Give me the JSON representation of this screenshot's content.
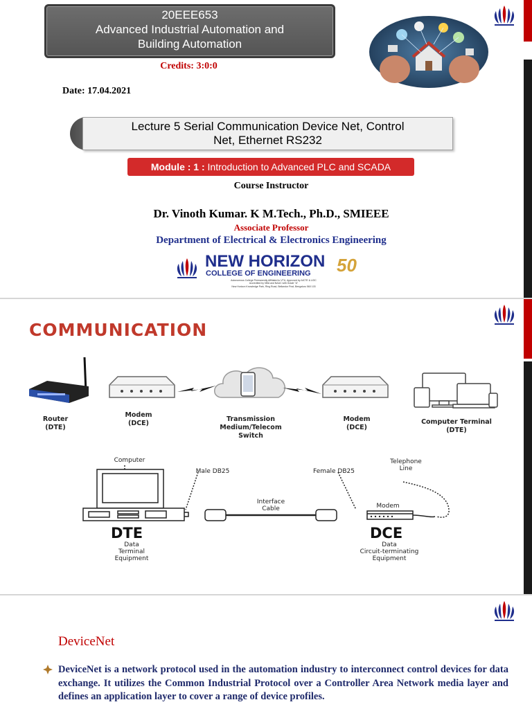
{
  "slide1": {
    "course_code": "20EEE653",
    "course_title_line1": "Advanced Industrial Automation and",
    "course_title_line2": "Building Automation",
    "credits": "Credits: 3:0:0",
    "date": "Date: 17.04.2021",
    "lecture_line1": "Lecture 5  Serial Communication Device Net, Control",
    "lecture_line2": "Net, Ethernet RS232",
    "module_label": "Module : 1 :",
    "module_text": " Introduction to Advanced PLC and SCADA",
    "instructor_label": "Course Instructor",
    "instructor_name": "Dr. Vinoth Kumar. K  M.Tech., Ph.D., SMIEEE",
    "designation": "Associate Professor",
    "department": "Department of Electrical & Electronics Engineering",
    "college_name_line1": "NEW HORIZON",
    "college_name_line2": "COLLEGE OF ENGINEERING",
    "college_badge": "50",
    "college_subtext_1": "Autonomous College Permanently Affiliated to VTU, Approved by AICTE & UGC",
    "college_subtext_2": "Accredited by NBA and NAAC with Grade \"A\"",
    "college_subtext_3": "New Horizon Knowledge Park, Ring Road, Bellandur Post, Bengaluru 560 103"
  },
  "slide2": {
    "title": "COMMUNICATION",
    "diagram1_labels": {
      "router": [
        "Router",
        "(DTE)"
      ],
      "modem1": [
        "Modem",
        "(DCE)"
      ],
      "medium": [
        "Transmission",
        "Medium/Telecom",
        "Switch"
      ],
      "modem2": [
        "Modem",
        "(DCE)"
      ],
      "terminal": [
        "Computer Terminal",
        "(DTE)"
      ]
    },
    "diagram2_labels": {
      "computer": "Computer",
      "male": "Male DB25",
      "female": "Female DB25",
      "telephone": [
        "Telephone",
        "Line"
      ],
      "interface": [
        "Interface",
        "Cable"
      ],
      "modem": "Modem",
      "dte": "DTE",
      "dte_sub": [
        "Data",
        "Terminal",
        "Equipment"
      ],
      "dce": "DCE",
      "dce_sub": [
        "Data",
        "Circuit-terminating",
        "Equipment"
      ]
    }
  },
  "slide3": {
    "title": "DeviceNet",
    "bullet": "DeviceNet is a network protocol used in the automation industry to interconnect control devices for data exchange. It utilizes the Common Industrial Protocol over a Controller Area Network media layer and defines an application layer to cover a range of device profiles."
  },
  "colors": {
    "accent_red": "#c00000",
    "dept_blue": "#1f2e8c",
    "title_red": "#c0392b",
    "bullet_blue": "#1f2a6b"
  },
  "icons": [
    "college-emblem-icon",
    "smart-home-illustration",
    "bullet-diamond-icon"
  ]
}
